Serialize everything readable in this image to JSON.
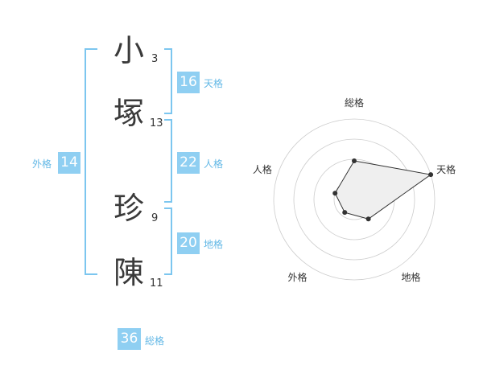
{
  "name": {
    "characters": [
      {
        "char": "小",
        "strokes": "3"
      },
      {
        "char": "塚",
        "strokes": "13"
      },
      {
        "char": "珍",
        "strokes": "9"
      },
      {
        "char": "陳",
        "strokes": "11"
      }
    ]
  },
  "fortunes": {
    "tenkaku": {
      "value": "16",
      "label": "天格"
    },
    "jinkaku": {
      "value": "22",
      "label": "人格"
    },
    "chikaku": {
      "value": "20",
      "label": "地格"
    },
    "gaikaku": {
      "value": "14",
      "label": "外格"
    },
    "soukaku": {
      "value": "36",
      "label": "総格"
    }
  },
  "chart_data": {
    "type": "radar",
    "axes": [
      "総格",
      "天格",
      "地格",
      "外格",
      "人格"
    ],
    "values": [
      0.48,
      1.0,
      0.3,
      0.2,
      0.25
    ],
    "rings": 4,
    "colors": {
      "fill": "#efefef",
      "line": "#333333",
      "grid": "#cccccc",
      "center": "#c8c8c8"
    }
  }
}
